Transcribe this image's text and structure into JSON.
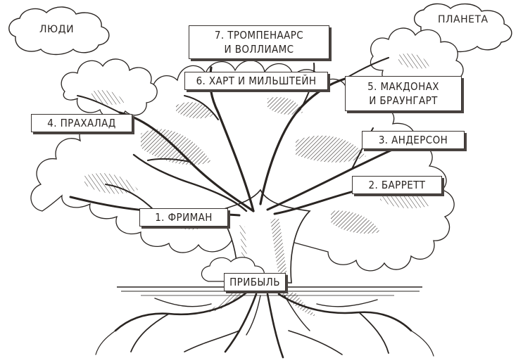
{
  "colors": {
    "ink": "#2a2522",
    "paper": "#ffffff"
  },
  "clouds": {
    "left": "ЛЮДИ",
    "right": "ПЛАНЕТА"
  },
  "labels": {
    "l7": "7. ТРОМПЕНААРС\nИ ВОЛЛИАМС",
    "l6": "6. ХАРТ И МИЛЬШТЕЙН",
    "l5": "5. МАКДОНАХ\nИ БРАУНГАРТ",
    "l4": "4. ПРАХАЛАД",
    "l3": "3. АНДЕРСОН",
    "l2": "2. БАРРЕТТ",
    "l1": "1. ФРИМАН",
    "root": "ПРИБЫЛЬ"
  }
}
